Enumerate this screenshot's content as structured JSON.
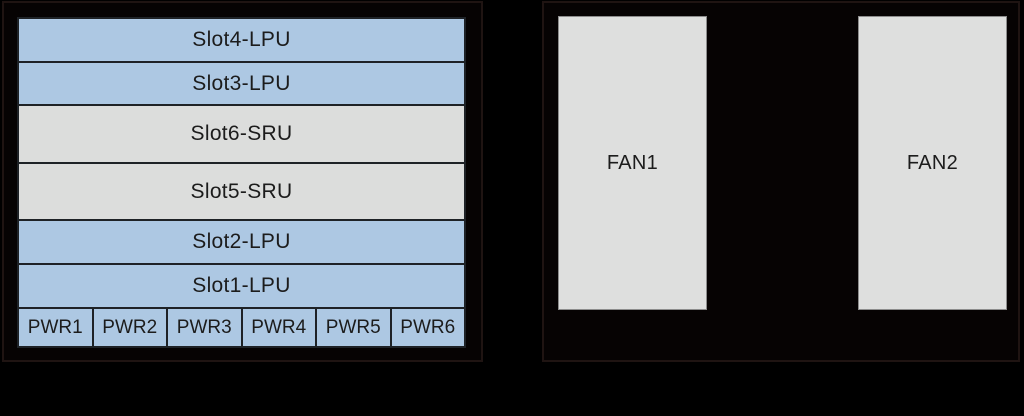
{
  "colors": {
    "page_bg": "#000000",
    "panel_fill": "#060303",
    "panel_edge": "#1f1412",
    "lpu_fill": "#ADC8E3",
    "sru_fill": "#DCDDDC",
    "pwr_fill": "#ADC8E3",
    "fan_fill": "#DEDFDE",
    "fan_border": "#8C8C8C",
    "slot_border": "#1E2226",
    "text": "#1C1C1C"
  },
  "chassis": {
    "slots": [
      {
        "label": "Slot4-LPU",
        "type": "LPU"
      },
      {
        "label": "Slot3-LPU",
        "type": "LPU"
      },
      {
        "label": "Slot6-SRU",
        "type": "SRU"
      },
      {
        "label": "Slot5-SRU",
        "type": "SRU"
      },
      {
        "label": "Slot2-LPU",
        "type": "LPU"
      },
      {
        "label": "Slot1-LPU",
        "type": "LPU"
      }
    ],
    "power_slots": [
      "PWR1",
      "PWR2",
      "PWR3",
      "PWR4",
      "PWR5",
      "PWR6"
    ]
  },
  "fan_tray": {
    "fans": [
      "FAN1",
      "FAN2"
    ]
  }
}
